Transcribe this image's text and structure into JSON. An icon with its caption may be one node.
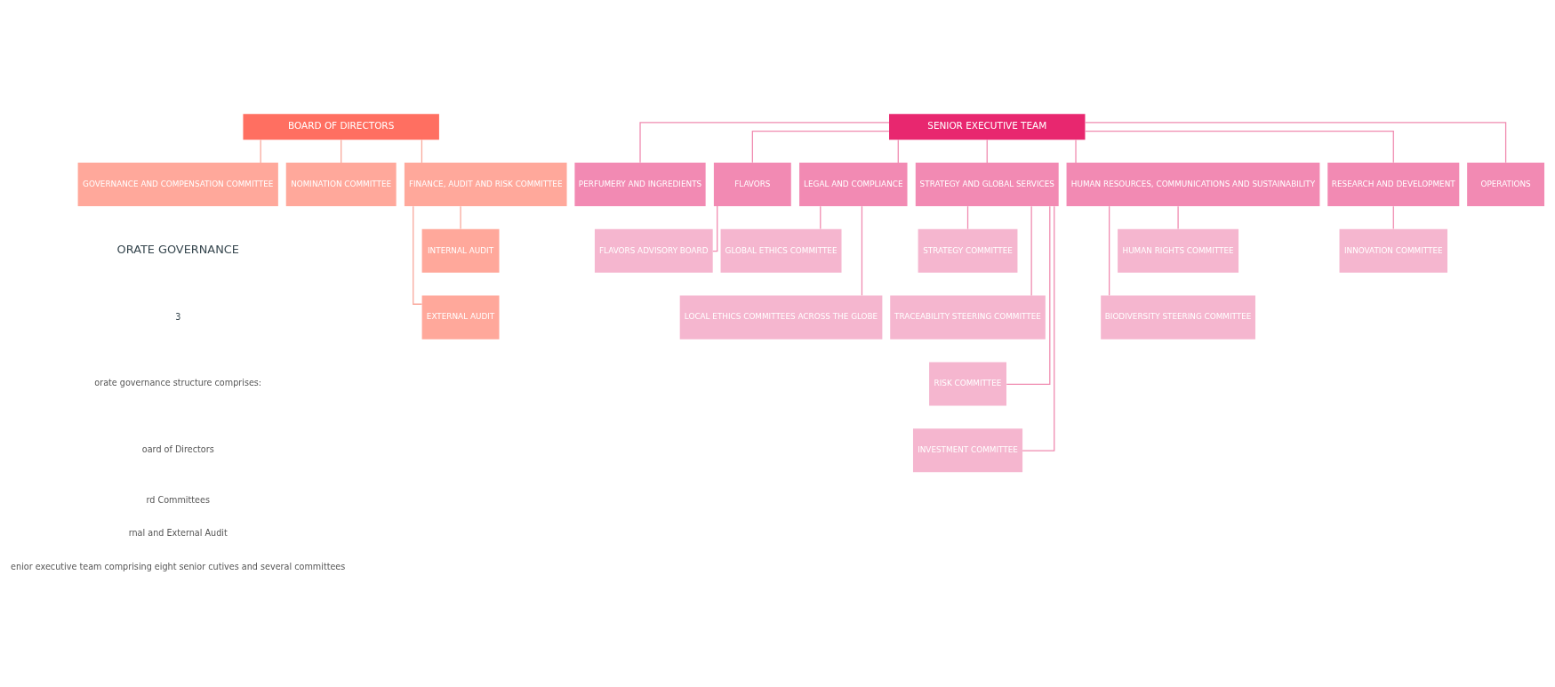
{
  "diagram": {
    "nodes": [
      {
        "text": [
          "BOARD OF DIRECTORS"
        ]
      },
      {
        "text": [
          "SENIOR EXECUTIVE TEAM"
        ]
      },
      {
        "text": [
          "GOVERNANCE AND COMPENSATION COMMITTEE"
        ]
      },
      {
        "text": [
          "NOMINATION COMMITTEE"
        ]
      },
      {
        "text": [
          "FINANCE, AUDIT AND RISK COMMITTEE"
        ]
      },
      {
        "text": [
          "PERFUMERY AND INGREDIENTS"
        ]
      },
      {
        "text": [
          "FLAVORS"
        ]
      },
      {
        "text": [
          "LEGAL AND COMPLIANCE"
        ]
      },
      {
        "text": [
          "STRATEGY AND GLOBAL SERVICES"
        ]
      },
      {
        "text": [
          "HUMAN RESOURCES, COMMUNICATIONS AND SUSTAINABILITY"
        ]
      },
      {
        "text": [
          "RESEARCH AND DEVELOPMENT"
        ]
      },
      {
        "text": [
          "OPERATIONS"
        ]
      },
      {
        "text": [
          "INTERNAL AUDIT"
        ]
      },
      {
        "text": [
          "FLAVORS ADVISORY BOARD"
        ]
      },
      {
        "text": [
          "GLOBAL ETHICS COMMITTEE"
        ]
      },
      {
        "text": [
          "STRATEGY COMMITTEE"
        ]
      },
      {
        "text": [
          "HUMAN RIGHTS COMMITTEE"
        ]
      },
      {
        "text": [
          "INNOVATION COMMITTEE"
        ]
      },
      {
        "text": [
          "EXTERNAL AUDIT"
        ]
      },
      {
        "text": [
          "LOCAL ETHICS COMMITTEES ACROSS THE GLOBE"
        ]
      },
      {
        "text": [
          "TRACEABILITY STEERING COMMITTEE"
        ]
      },
      {
        "text": [
          "BIODIVERSITY STEERING COMMITTEE"
        ]
      },
      {
        "text": [
          "RISK COMMITTEE"
        ]
      },
      {
        "text": [
          "INVESTMENT COMMITTEE"
        ]
      }
    ],
    "edges": [
      {
        "from": 0,
        "to": 2,
        "arrow": "none",
        "color": "#f9a89b"
      },
      {
        "from": 0,
        "to": 3,
        "arrow": "none",
        "color": "#f9a89b"
      },
      {
        "from": 0,
        "to": 4,
        "arrow": "none",
        "color": "#f9a89b"
      },
      {
        "from": 1,
        "to": 5,
        "arrow": "none"
      },
      {
        "from": 1,
        "to": 6,
        "arrow": "none"
      },
      {
        "from": 1,
        "to": 7,
        "arrow": "none"
      },
      {
        "from": 1,
        "to": 8,
        "arrow": "none"
      },
      {
        "from": 1,
        "to": 9,
        "arrow": "none"
      },
      {
        "from": 1,
        "to": 10,
        "arrow": "none"
      },
      {
        "from": 1,
        "to": 11,
        "arrow": "none"
      },
      {
        "from": 4,
        "to": 12,
        "arrow": "none",
        "color": "#f9a89b"
      },
      {
        "from": 4,
        "to": 18,
        "arrow": "none",
        "color": "#f9a89b"
      },
      {
        "from": 6,
        "to": 13,
        "arrow": "none"
      },
      {
        "from": 7,
        "to": 14,
        "arrow": "none"
      },
      {
        "from": 7,
        "to": 19,
        "arrow": "none"
      },
      {
        "from": 8,
        "to": 15,
        "arrow": "none"
      },
      {
        "from": 8,
        "to": 20,
        "arrow": "none"
      },
      {
        "from": 8,
        "to": 22,
        "arrow": "none"
      },
      {
        "from": 8,
        "to": 23,
        "arrow": "none"
      },
      {
        "from": 9,
        "to": 16,
        "arrow": "none"
      },
      {
        "from": 9,
        "to": 21,
        "arrow": "none"
      },
      {
        "from": 10,
        "to": 17,
        "arrow": "none"
      }
    ],
    "labels": [
      "ORATE GOVERNANCE",
      "3",
      "orate governance structure comprises:",
      "oard of Directors",
      "rd Committees",
      "rnal and External Audit",
      "enior executive team comprising eight senior cutives and several committees"
    ]
  }
}
